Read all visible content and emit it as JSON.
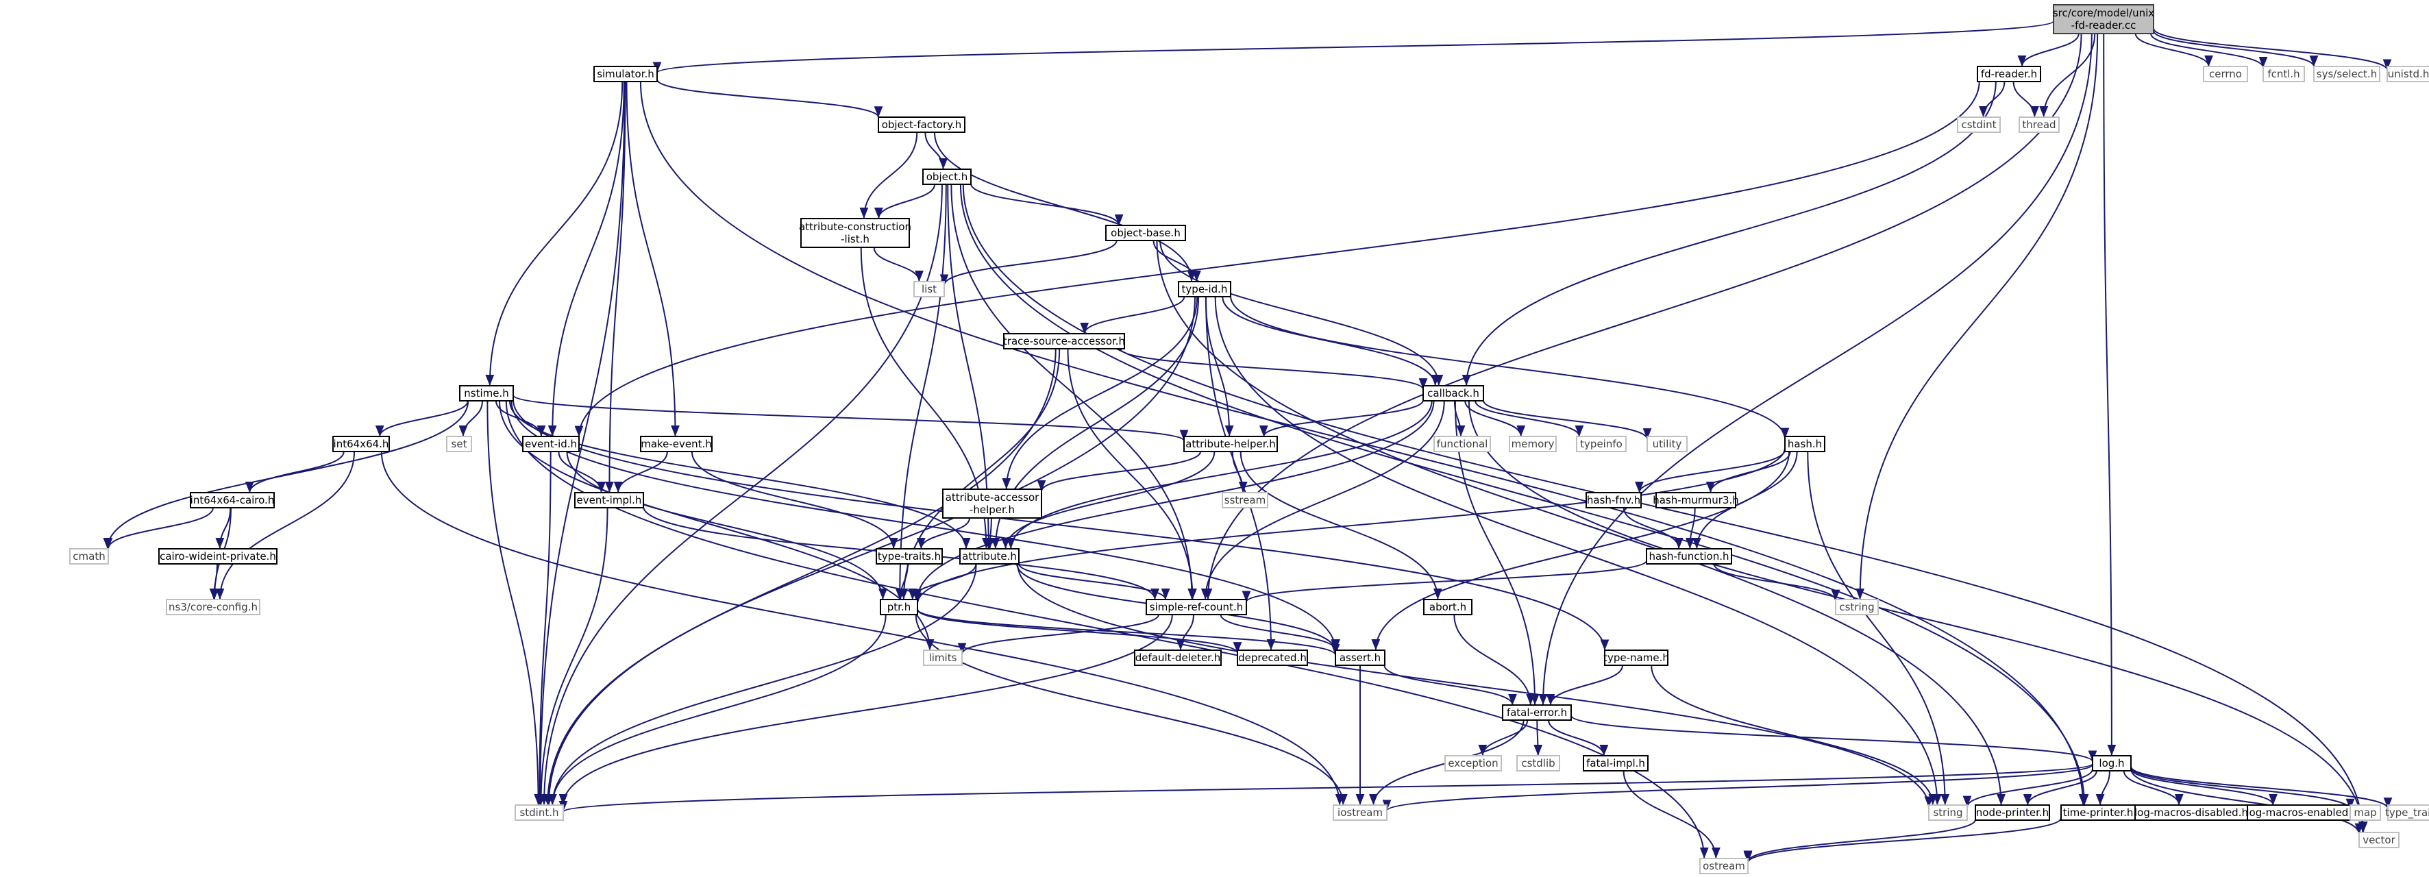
{
  "colors": {
    "edge": "#191970",
    "root_fill": "#bfbfbf",
    "root_border": "#404040",
    "node_fill": "#ffffff",
    "node_border": "#000000",
    "ext_border": "#bfbfbf",
    "ext_text": "#404040"
  },
  "nodes": [
    {
      "id": "fd-reader-cc",
      "label": "src/core/model/unix\n-fd-reader.cc",
      "kind": "root"
    },
    {
      "id": "simulator",
      "label": "simulator.h",
      "kind": "local"
    },
    {
      "id": "fd-reader-h",
      "label": "fd-reader.h",
      "kind": "local"
    },
    {
      "id": "cerrno",
      "label": "cerrno",
      "kind": "ext"
    },
    {
      "id": "fcntl",
      "label": "fcntl.h",
      "kind": "ext"
    },
    {
      "id": "sys-select",
      "label": "sys/select.h",
      "kind": "ext"
    },
    {
      "id": "unistd",
      "label": "unistd.h",
      "kind": "ext"
    },
    {
      "id": "cstdint",
      "label": "cstdint",
      "kind": "ext"
    },
    {
      "id": "thread",
      "label": "thread",
      "kind": "ext"
    },
    {
      "id": "object-factory",
      "label": "object-factory.h",
      "kind": "local"
    },
    {
      "id": "object",
      "label": "object.h",
      "kind": "local"
    },
    {
      "id": "attr-construction",
      "label": "attribute-construction\n-list.h",
      "kind": "local"
    },
    {
      "id": "object-base",
      "label": "object-base.h",
      "kind": "local"
    },
    {
      "id": "list",
      "label": "list",
      "kind": "ext"
    },
    {
      "id": "type-id",
      "label": "type-id.h",
      "kind": "local"
    },
    {
      "id": "trace-source",
      "label": "trace-source-accessor.h",
      "kind": "local"
    },
    {
      "id": "callback",
      "label": "callback.h",
      "kind": "local"
    },
    {
      "id": "nstime",
      "label": "nstime.h",
      "kind": "local"
    },
    {
      "id": "set",
      "label": "set",
      "kind": "ext"
    },
    {
      "id": "event-id",
      "label": "event-id.h",
      "kind": "local"
    },
    {
      "id": "make-event",
      "label": "make-event.h",
      "kind": "local"
    },
    {
      "id": "int64x64",
      "label": "int64x64.h",
      "kind": "local"
    },
    {
      "id": "functional",
      "label": "functional",
      "kind": "ext"
    },
    {
      "id": "memory",
      "label": "memory",
      "kind": "ext"
    },
    {
      "id": "typeinfo",
      "label": "typeinfo",
      "kind": "ext"
    },
    {
      "id": "utility",
      "label": "utility",
      "kind": "ext"
    },
    {
      "id": "attribute-helper",
      "label": "attribute-helper.h",
      "kind": "local"
    },
    {
      "id": "hash",
      "label": "hash.h",
      "kind": "local"
    },
    {
      "id": "int64x64-cairo",
      "label": "int64x64-cairo.h",
      "kind": "local"
    },
    {
      "id": "event-impl",
      "label": "event-impl.h",
      "kind": "local"
    },
    {
      "id": "sstream",
      "label": "sstream",
      "kind": "ext"
    },
    {
      "id": "attr-accessor-helper",
      "label": "attribute-accessor\n-helper.h",
      "kind": "local"
    },
    {
      "id": "hash-fnv",
      "label": "hash-fnv.h",
      "kind": "local"
    },
    {
      "id": "hash-murmur3",
      "label": "hash-murmur3.h",
      "kind": "local"
    },
    {
      "id": "cmath",
      "label": "cmath",
      "kind": "ext"
    },
    {
      "id": "cairo-wideint",
      "label": "cairo-wideint-private.h",
      "kind": "local"
    },
    {
      "id": "type-traits",
      "label": "type-traits.h",
      "kind": "local"
    },
    {
      "id": "attribute",
      "label": "attribute.h",
      "kind": "local"
    },
    {
      "id": "hash-function",
      "label": "hash-function.h",
      "kind": "local"
    },
    {
      "id": "core-config",
      "label": "ns3/core-config.h",
      "kind": "ext"
    },
    {
      "id": "ptr",
      "label": "ptr.h",
      "kind": "local"
    },
    {
      "id": "simple-ref-count",
      "label": "simple-ref-count.h",
      "kind": "local"
    },
    {
      "id": "abort",
      "label": "abort.h",
      "kind": "local"
    },
    {
      "id": "cstring",
      "label": "cstring",
      "kind": "ext"
    },
    {
      "id": "limits",
      "label": "limits",
      "kind": "ext"
    },
    {
      "id": "default-deleter",
      "label": "default-deleter.h",
      "kind": "local"
    },
    {
      "id": "deprecated",
      "label": "deprecated.h",
      "kind": "local"
    },
    {
      "id": "assert",
      "label": "assert.h",
      "kind": "local"
    },
    {
      "id": "type-name",
      "label": "type-name.h",
      "kind": "local"
    },
    {
      "id": "fatal-error",
      "label": "fatal-error.h",
      "kind": "local"
    },
    {
      "id": "exception",
      "label": "exception",
      "kind": "ext"
    },
    {
      "id": "cstdlib",
      "label": "cstdlib",
      "kind": "ext"
    },
    {
      "id": "fatal-impl",
      "label": "fatal-impl.h",
      "kind": "local"
    },
    {
      "id": "log",
      "label": "log.h",
      "kind": "local"
    },
    {
      "id": "stdint",
      "label": "stdint.h",
      "kind": "ext"
    },
    {
      "id": "iostream",
      "label": "iostream",
      "kind": "ext"
    },
    {
      "id": "string",
      "label": "string",
      "kind": "ext"
    },
    {
      "id": "node-printer",
      "label": "node-printer.h",
      "kind": "local"
    },
    {
      "id": "time-printer",
      "label": "time-printer.h",
      "kind": "local"
    },
    {
      "id": "log-macros-disabled",
      "label": "log-macros-disabled.h",
      "kind": "local"
    },
    {
      "id": "log-macros-enabled",
      "label": "log-macros-enabled.h",
      "kind": "local"
    },
    {
      "id": "map",
      "label": "map",
      "kind": "ext"
    },
    {
      "id": "type_traits",
      "label": "type_traits",
      "kind": "ext"
    },
    {
      "id": "vector",
      "label": "vector",
      "kind": "ext"
    },
    {
      "id": "ostream",
      "label": "ostream",
      "kind": "ext"
    }
  ],
  "edges": [
    [
      "fd-reader-cc",
      "simulator"
    ],
    [
      "fd-reader-cc",
      "fd-reader-h"
    ],
    [
      "fd-reader-cc",
      "cerrno"
    ],
    [
      "fd-reader-cc",
      "fcntl"
    ],
    [
      "fd-reader-cc",
      "sys-select"
    ],
    [
      "fd-reader-cc",
      "unistd"
    ],
    [
      "fd-reader-cc",
      "thread"
    ],
    [
      "fd-reader-cc",
      "log"
    ],
    [
      "fd-reader-cc",
      "fatal-error"
    ],
    [
      "fd-reader-cc",
      "cstring"
    ],
    [
      "fd-reader-cc",
      "simple-ref-count"
    ],
    [
      "simulator",
      "object-factory"
    ],
    [
      "simulator",
      "nstime"
    ],
    [
      "simulator",
      "event-id"
    ],
    [
      "simulator",
      "make-event"
    ],
    [
      "simulator",
      "event-impl"
    ],
    [
      "simulator",
      "stdint"
    ],
    [
      "simulator",
      "time-printer"
    ],
    [
      "fd-reader-h",
      "cstdint"
    ],
    [
      "fd-reader-h",
      "thread"
    ],
    [
      "fd-reader-h",
      "callback"
    ],
    [
      "fd-reader-h",
      "event-id"
    ],
    [
      "object-factory",
      "object"
    ],
    [
      "object-factory",
      "attr-construction"
    ],
    [
      "object-factory",
      "type-id"
    ],
    [
      "object",
      "object-base"
    ],
    [
      "object",
      "attr-construction"
    ],
    [
      "object",
      "ptr"
    ],
    [
      "object",
      "attribute"
    ],
    [
      "object",
      "simple-ref-count"
    ],
    [
      "object",
      "stdint"
    ],
    [
      "object",
      "vector"
    ],
    [
      "object",
      "time-printer"
    ],
    [
      "attr-construction",
      "attribute"
    ],
    [
      "attr-construction",
      "list"
    ],
    [
      "object-base",
      "type-id"
    ],
    [
      "object-base",
      "callback"
    ],
    [
      "object-base",
      "list"
    ],
    [
      "object-base",
      "node-printer"
    ],
    [
      "type-id",
      "trace-source"
    ],
    [
      "type-id",
      "attribute-helper"
    ],
    [
      "type-id",
      "attr-accessor-helper"
    ],
    [
      "type-id",
      "attribute"
    ],
    [
      "type-id",
      "callback"
    ],
    [
      "type-id",
      "hash"
    ],
    [
      "type-id",
      "deprecated"
    ],
    [
      "type-id",
      "stdint"
    ],
    [
      "type-id",
      "string"
    ],
    [
      "trace-source",
      "callback"
    ],
    [
      "trace-source",
      "ptr"
    ],
    [
      "trace-source",
      "simple-ref-count"
    ],
    [
      "trace-source",
      "stdint"
    ],
    [
      "callback",
      "attribute"
    ],
    [
      "callback",
      "attribute-helper"
    ],
    [
      "callback",
      "ptr"
    ],
    [
      "callback",
      "simple-ref-count"
    ],
    [
      "callback",
      "fatal-error"
    ],
    [
      "callback",
      "functional"
    ],
    [
      "callback",
      "memory"
    ],
    [
      "callback",
      "typeinfo"
    ],
    [
      "callback",
      "utility"
    ],
    [
      "callback",
      "vector"
    ],
    [
      "nstime",
      "set"
    ],
    [
      "nstime",
      "event-id"
    ],
    [
      "nstime",
      "int64x64"
    ],
    [
      "nstime",
      "attribute-helper"
    ],
    [
      "nstime",
      "attribute"
    ],
    [
      "nstime",
      "assert"
    ],
    [
      "nstime",
      "type-name"
    ],
    [
      "nstime",
      "cmath"
    ],
    [
      "nstime",
      "limits"
    ],
    [
      "nstime",
      "ostream"
    ],
    [
      "nstime",
      "stdint"
    ],
    [
      "event-id",
      "event-impl"
    ],
    [
      "event-id",
      "ptr"
    ],
    [
      "event-id",
      "stdint"
    ],
    [
      "make-event",
      "event-impl"
    ],
    [
      "make-event",
      "type-traits"
    ],
    [
      "int64x64",
      "int64x64-cairo"
    ],
    [
      "int64x64",
      "core-config"
    ],
    [
      "int64x64",
      "iostream"
    ],
    [
      "int64x64-cairo",
      "cairo-wideint"
    ],
    [
      "int64x64-cairo",
      "cmath"
    ],
    [
      "int64x64-cairo",
      "core-config"
    ],
    [
      "cairo-wideint",
      "core-config"
    ],
    [
      "event-impl",
      "simple-ref-count"
    ],
    [
      "event-impl",
      "stdint"
    ],
    [
      "attribute-helper",
      "attr-accessor-helper"
    ],
    [
      "attribute-helper",
      "attribute"
    ],
    [
      "attribute-helper",
      "abort"
    ],
    [
      "attribute-helper",
      "sstream"
    ],
    [
      "attr-accessor-helper",
      "attribute"
    ],
    [
      "attr-accessor-helper",
      "type-traits"
    ],
    [
      "hash",
      "hash-fnv"
    ],
    [
      "hash",
      "hash-murmur3"
    ],
    [
      "hash",
      "hash-function"
    ],
    [
      "hash",
      "assert"
    ],
    [
      "hash",
      "ptr"
    ],
    [
      "hash",
      "string"
    ],
    [
      "hash-fnv",
      "hash-function"
    ],
    [
      "hash-murmur3",
      "hash-function"
    ],
    [
      "hash-function",
      "simple-ref-count"
    ],
    [
      "hash-function",
      "cstring"
    ],
    [
      "type-traits",
      "ptr"
    ],
    [
      "attribute",
      "ptr"
    ],
    [
      "attribute",
      "simple-ref-count"
    ],
    [
      "attribute",
      "string"
    ],
    [
      "attribute",
      "stdint"
    ],
    [
      "attribute",
      "assert"
    ],
    [
      "ptr",
      "assert"
    ],
    [
      "ptr",
      "deprecated"
    ],
    [
      "ptr",
      "iostream"
    ],
    [
      "ptr",
      "stdint"
    ],
    [
      "simple-ref-count",
      "default-deleter"
    ],
    [
      "simple-ref-count",
      "assert"
    ],
    [
      "simple-ref-count",
      "limits"
    ],
    [
      "simple-ref-count",
      "stdint"
    ],
    [
      "abort",
      "fatal-error"
    ],
    [
      "assert",
      "fatal-error"
    ],
    [
      "assert",
      "iostream"
    ],
    [
      "type-name",
      "fatal-error"
    ],
    [
      "type-name",
      "string"
    ],
    [
      "fatal-error",
      "fatal-impl"
    ],
    [
      "fatal-error",
      "log"
    ],
    [
      "fatal-error",
      "exception"
    ],
    [
      "fatal-error",
      "cstdlib"
    ],
    [
      "fatal-error",
      "iostream"
    ],
    [
      "fatal-impl",
      "ostream"
    ],
    [
      "log",
      "node-printer"
    ],
    [
      "log",
      "time-printer"
    ],
    [
      "log",
      "log-macros-disabled"
    ],
    [
      "log",
      "log-macros-enabled"
    ],
    [
      "log",
      "iostream"
    ],
    [
      "log",
      "map"
    ],
    [
      "log",
      "string"
    ],
    [
      "log",
      "type_traits"
    ],
    [
      "log",
      "vector"
    ],
    [
      "log",
      "stdint"
    ],
    [
      "node-printer",
      "ostream"
    ],
    [
      "time-printer",
      "ostream"
    ]
  ]
}
